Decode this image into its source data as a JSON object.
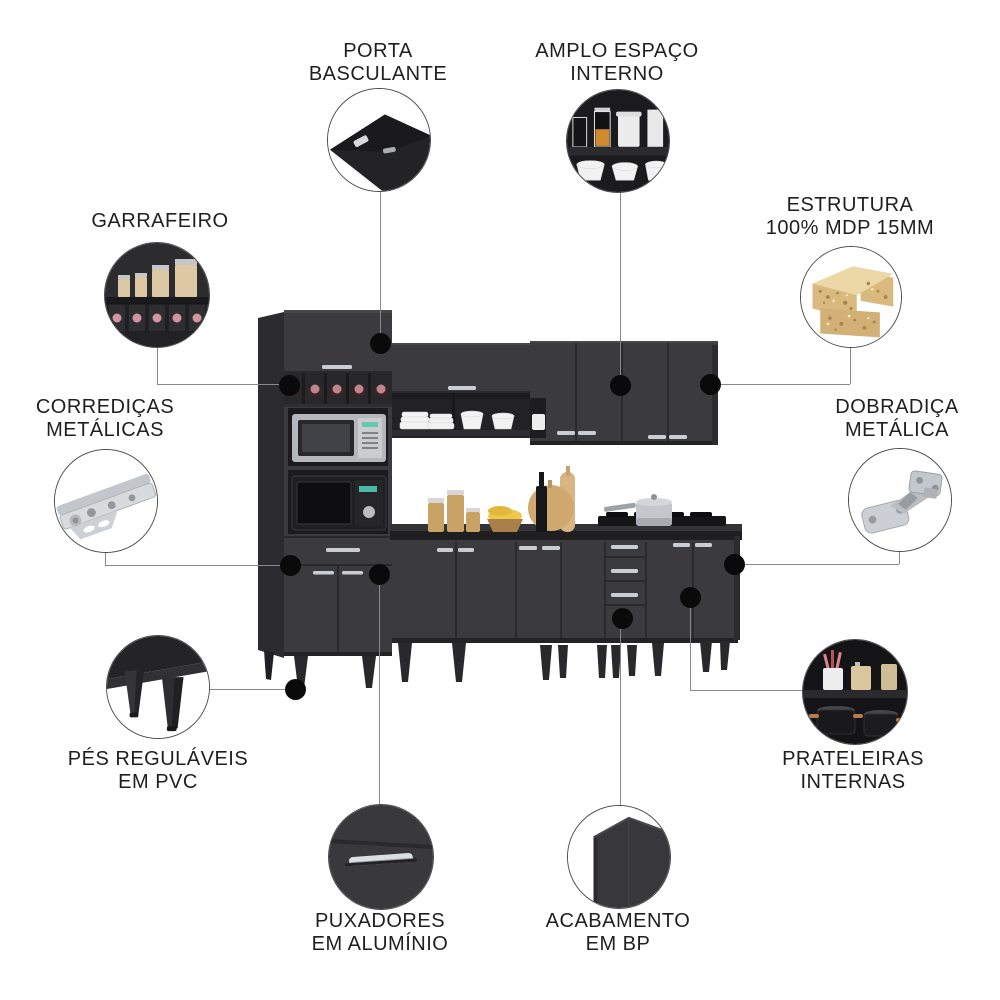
{
  "callouts": [
    {
      "id": "porta-basculante",
      "lines": [
        "PORTA",
        "BASCULANTE"
      ]
    },
    {
      "id": "amplo-espaco-interno",
      "lines": [
        "AMPLO ESPAÇO",
        "INTERNO"
      ]
    },
    {
      "id": "garrafeiro",
      "lines": [
        "GARRAFEIRO"
      ]
    },
    {
      "id": "estrutura",
      "lines": [
        "ESTRUTURA",
        "100% MDP 15MM"
      ]
    },
    {
      "id": "corredicas-metalicas",
      "lines": [
        "CORREDIÇAS",
        "METÁLICAS"
      ]
    },
    {
      "id": "dobradica-metalica",
      "lines": [
        "DOBRADIÇA",
        "METÁLICA"
      ]
    },
    {
      "id": "pes-regulaveis",
      "lines": [
        "PÉS REGULÁVEIS",
        "EM PVC"
      ]
    },
    {
      "id": "prateleiras-internas",
      "lines": [
        "PRATELEIRAS",
        "INTERNAS"
      ]
    },
    {
      "id": "puxadores",
      "lines": [
        "PUXADORES",
        "EM ALUMÍNIO"
      ]
    },
    {
      "id": "acabamento",
      "lines": [
        "ACABAMENTO",
        "EM BP"
      ]
    }
  ],
  "palette": {
    "cabinet_front": "#3b3b3e",
    "cabinet_side": "#2c2c2f",
    "interior_dark": "#1b1b1d",
    "handle_silver": "#c9ccd0",
    "wood_tan": "#d9bc8b",
    "dot_black": "#0a0a0a",
    "line_gray": "#85898c",
    "text": "#1f1f1f"
  }
}
